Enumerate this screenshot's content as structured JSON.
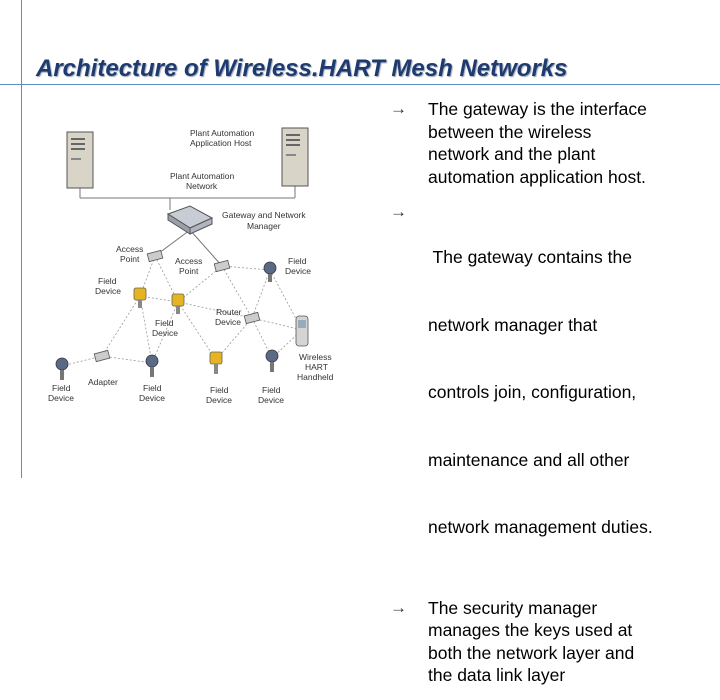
{
  "slide": {
    "title": "Architecture of Wireless.HART Mesh Networks"
  },
  "diagram": {
    "labels": {
      "host_1": "Plant Automation",
      "host_2": "Application Host",
      "network_1": "Plant Automation",
      "network_2": "Network",
      "gateway_1": "Gateway and Network",
      "gateway_2": "Manager",
      "ap_left_1": "Access",
      "ap_left_2": "Point",
      "ap_mid_1": "Access",
      "ap_mid_2": "Point",
      "fd_right_1": "Field",
      "fd_right_2": "Device",
      "fd_left_1": "Field",
      "fd_left_2": "Device",
      "fd_center_1": "Field",
      "fd_center_2": "Device",
      "router_1": "Router",
      "router_2": "Device",
      "handheld_1": "Wireless",
      "handheld_2": "HART",
      "handheld_3": "Handheld",
      "adapter": "Adapter",
      "fd_b1_1": "Field",
      "fd_b1_2": "Device",
      "fd_b2_1": "Field",
      "fd_b2_2": "Device",
      "fd_b3_1": "Field",
      "fd_b3_2": "Device",
      "fd_b4_1": "Field",
      "fd_b4_2": "Device"
    }
  },
  "bullets": {
    "icon": "arrow-right-icon",
    "items": [
      {
        "lines": [
          "The gateway is the interface",
          "between the wireless",
          "network and the plant",
          "automation application host."
        ]
      },
      {
        "lines": [
          " The gateway contains the",
          "network manager that",
          "controls join, configuration,",
          "maintenance and all other",
          "network management duties."
        ]
      },
      {
        "lines": [
          "The security manager",
          "manages the keys used at",
          "both the network layer and",
          "the data link layer"
        ]
      }
    ]
  }
}
